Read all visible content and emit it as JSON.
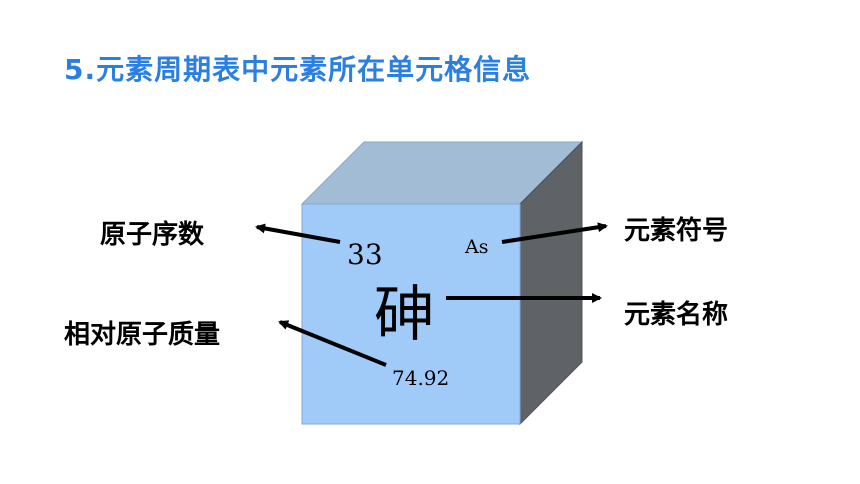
{
  "title": "5.元素周期表中元素所在单元格信息",
  "element": {
    "atomic_number": "33",
    "symbol": "As",
    "name": "砷",
    "atomic_mass": "74.92"
  },
  "labels": {
    "atomic_number": "原子序数",
    "atomic_mass": "相对原子质量",
    "symbol": "元素符号",
    "name": "元素名称"
  },
  "colors": {
    "title": "#2b7fe0",
    "cube_front": "#a0cbf8",
    "cube_top": "#a3bcd6",
    "cube_side": "#5f6368",
    "arrow": "#000000"
  }
}
